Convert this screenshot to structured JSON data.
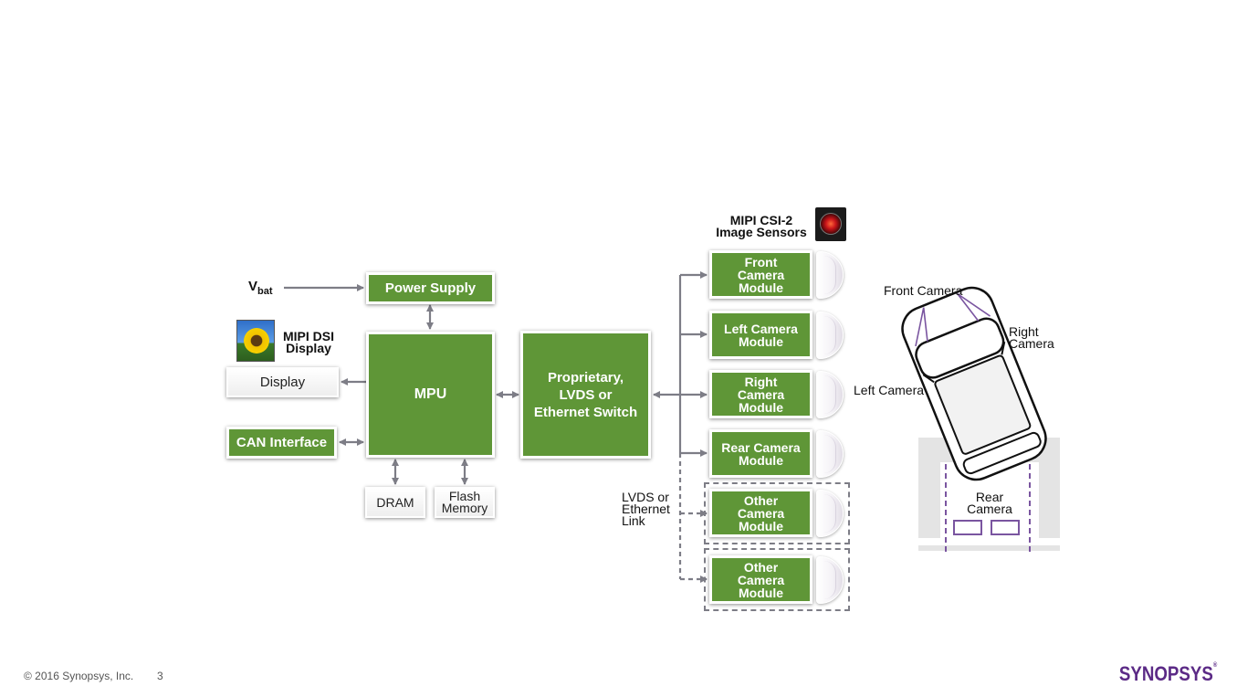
{
  "labels": {
    "vbat_main": "V",
    "vbat_sub": "bat",
    "mipi_dsi": "MIPI DSI",
    "display_caption": "Display",
    "csi2": "MIPI CSI-2",
    "image_sensors": "Image Sensors",
    "lvds_link_1": "LVDS or",
    "lvds_link_2": "Ethernet",
    "lvds_link_3": "Link",
    "front_camera": "Front Camera",
    "right_camera_1": "Right",
    "right_camera_2": "Camera",
    "left_camera": "Left Camera",
    "rear_camera_1": "Rear",
    "rear_camera_2": "Camera"
  },
  "blocks": {
    "power_supply": "Power Supply",
    "mpu": "MPU",
    "switch_1": "Proprietary,",
    "switch_2": "LVDS or",
    "switch_3": "Ethernet Switch",
    "display": "Display",
    "can_interface": "CAN Interface",
    "dram": "DRAM",
    "flash_1": "Flash",
    "flash_2": "Memory"
  },
  "cameras": {
    "front": [
      "Front",
      "Camera",
      "Module"
    ],
    "left": [
      "Left Camera",
      "Module"
    ],
    "right": [
      "Right",
      "Camera",
      "Module"
    ],
    "rear": [
      "Rear Camera",
      "Module"
    ],
    "other_1": [
      "Other",
      "Camera",
      "Module"
    ],
    "other_2": [
      "Other",
      "Camera",
      "Module"
    ]
  },
  "footer": {
    "copyright": "© 2016 Synopsys, Inc.",
    "page": "3",
    "logo": "SYNOPSYS",
    "logo_mark": "®"
  },
  "colors": {
    "block_green": "#5f9637",
    "arrow_gray": "#7d7d86",
    "car_purple": "#7a55a0",
    "logo_purple": "#5b2a86"
  },
  "icons": {
    "sensor": "image-sensor-icon",
    "display": "sunflower-image-icon"
  }
}
